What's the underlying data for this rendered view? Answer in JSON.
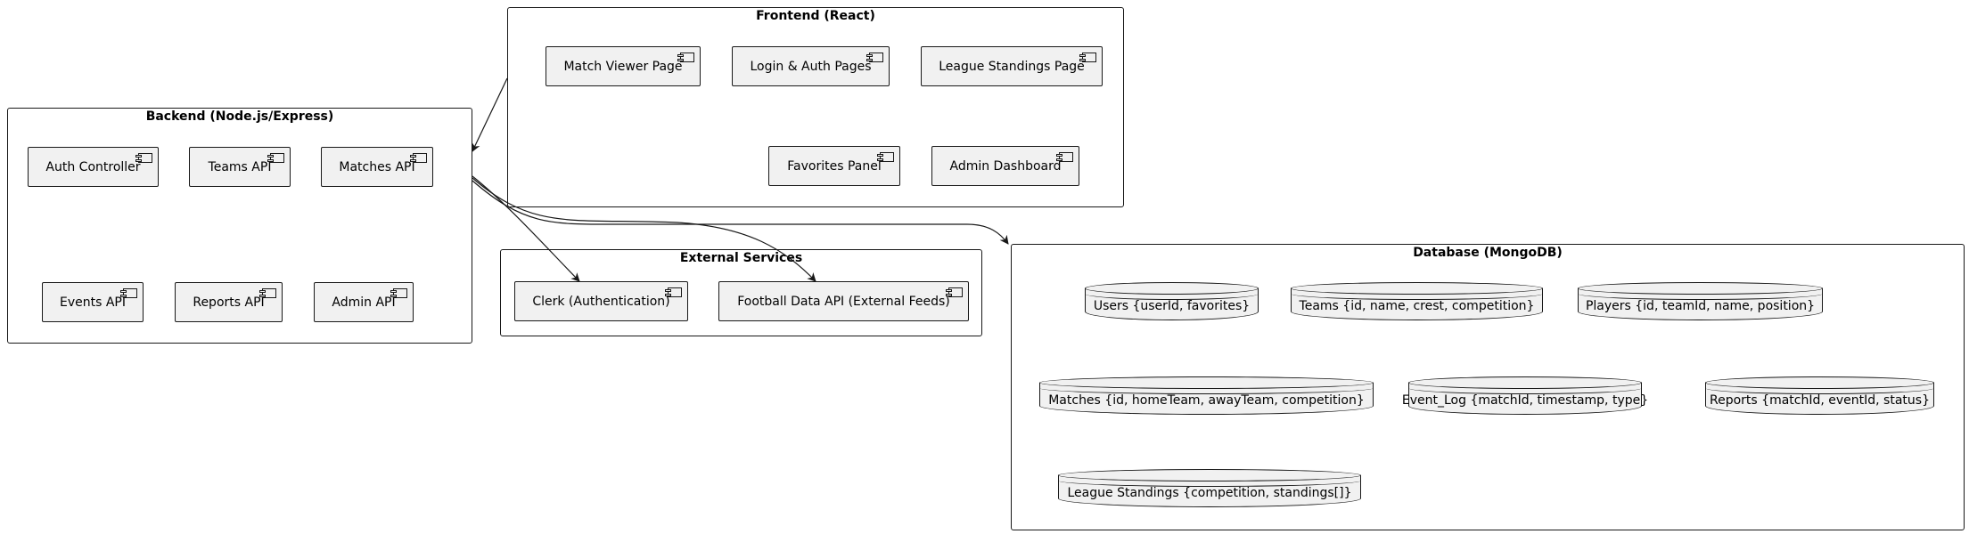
{
  "frontend": {
    "title": "Frontend (React)",
    "components": [
      "Match Viewer Page",
      "Login & Auth Pages",
      "League Standings Page",
      "Favorites Panel",
      "Admin Dashboard"
    ]
  },
  "backend": {
    "title": "Backend (Node.js/Express)",
    "components": [
      "Auth Controller",
      "Teams API",
      "Matches API",
      "Events API",
      "Reports API",
      "Admin API"
    ]
  },
  "external": {
    "title": "External Services",
    "components": [
      "Clerk (Authentication)",
      "Football Data API (External Feeds)"
    ]
  },
  "database": {
    "title": "Database (MongoDB)",
    "collections": [
      "Users {userId, favorites}",
      "Teams {id, name, crest, competition}",
      "Players {id, teamId, name, position}",
      "Matches {id, homeTeam, awayTeam, competition}",
      "Event_Log {matchId, timestamp, type}",
      "Reports {matchId, eventId, status}",
      "League Standings {competition, standings[]}"
    ]
  },
  "colors": {
    "line": "#181818",
    "fill": "#f1f1f1"
  }
}
